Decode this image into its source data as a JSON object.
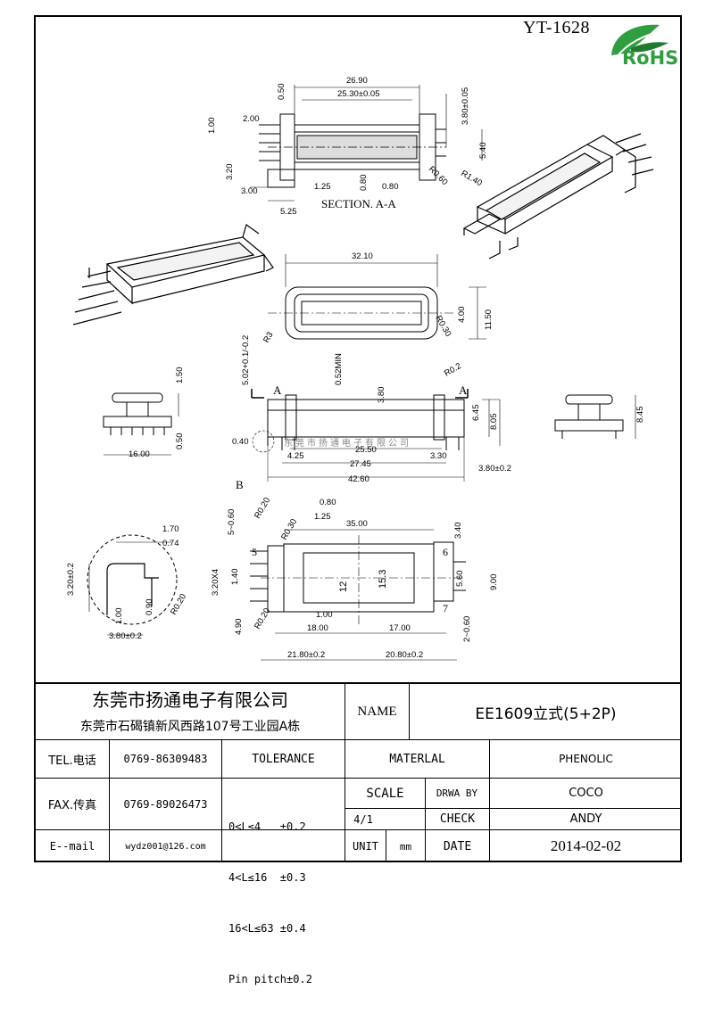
{
  "header": {
    "part_no": "YT-1628",
    "rohs_label": "RoHS"
  },
  "title_block": {
    "company_cn": "东莞市扬通电子有限公司",
    "address": "东莞市石碣镇新风西路107号工业园A栋",
    "name_label": "NAME",
    "part_name": "EE1609立式(5+2P)",
    "tel_label": "TEL.电话",
    "tel": "0769-86309483",
    "fax_label": "FAX.传真",
    "fax": "0769-89026473",
    "email_label": "E--mail",
    "email": "wydz001@126.com",
    "tolerance_label": "TOLERANCE",
    "tol1": "0<L≤4   ±0.2",
    "tol2": "4<L≤16  ±0.3",
    "tol3": "16<L≤63 ±0.4",
    "tol4": "Pin pitch±0.2",
    "material_label": "MATERLAL",
    "material": "PHENOLIC",
    "scale_label": "SCALE",
    "scale": "4/1",
    "drawn_label": "DRWA BY",
    "drawn_by": "COCO",
    "check_label": "CHECK",
    "check_by": "ANDY",
    "unit_label": "UNIT",
    "unit": "mm",
    "date_label": "DATE",
    "date": "2014-02-02"
  },
  "drawing": {
    "watermark": "东莞市扬通电子有限公司",
    "section_label": "SECTION. A-A",
    "label_A": "A",
    "label_B": "B",
    "label_5": "5",
    "label_6": "6",
    "label_7": "7",
    "dims": {
      "d2690": "26.90",
      "d2530": "25.30±0.05",
      "d050a": "0.50",
      "d380a": "3.80±0.05",
      "d100a": "1.00",
      "d200a": "2.00",
      "d540": "5.40",
      "d320a": "3.20",
      "d300a": "3.00",
      "d125a": "1.25",
      "d080a": "0.80",
      "d080b": "0.80",
      "dR060": "R0.60",
      "dR140": "R1.40",
      "d525": "5.25",
      "d3210": "32.10",
      "dR3": "R3",
      "dR030": "R0.30",
      "d400": "4.00",
      "d1150": "11.50",
      "d150": "1.50",
      "d050b": "0.50",
      "d1600": "16.00",
      "d502": "5.02+0.1/-0.2",
      "d052": "0.52MIN",
      "d380b": "3.80",
      "dR020a": "R0.2",
      "d645": "6.45",
      "d805": "8.05",
      "d040": "0.40",
      "d425": "4.25",
      "d2550": "25.50",
      "d2745": "27.45",
      "d330": "3.30",
      "d4260": "42.60",
      "d380c": "3.80±0.2",
      "d845": "8.45",
      "d080c": "0.80",
      "d125b": "1.25",
      "d3500": "35.00",
      "d340": "3.40",
      "d170": "1.70",
      "d074": "0.74",
      "d560": "5~0.60",
      "dR020b": "R0.20",
      "dR030b": "R0.30",
      "d320x4": "3.20X4",
      "d140": "1.40",
      "d12": "12",
      "d153": "15.3",
      "d560b": "5.60",
      "d900": "9.00",
      "d320c": "3.20±0.2",
      "d100b": "1.00",
      "d090": "0.90",
      "dR020c": "R0.20",
      "d380d": "3.80±0.2",
      "d100c": "1.00",
      "d490": "4.90",
      "dR020d": "R0.20",
      "d1800": "18.00",
      "d1700": "17.00",
      "d260": "2~0.60",
      "d2180": "21.80±0.2",
      "d2080": "20.80±0.2"
    }
  },
  "colors": {
    "line": "#000000",
    "rohs_green": "#2e9e3e",
    "rohs_dark": "#1f7a2e"
  }
}
